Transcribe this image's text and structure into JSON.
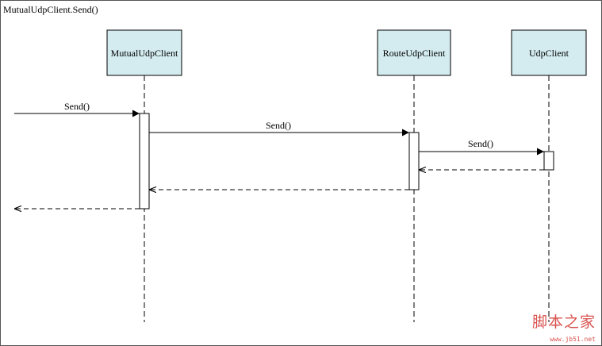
{
  "frame": {
    "title": "MutualUdpClient.Send()"
  },
  "participants": [
    {
      "name": "MutualUdpClient"
    },
    {
      "name": "RouteUdpClient"
    },
    {
      "name": "UdpClient"
    }
  ],
  "messages": [
    {
      "label": "Send()",
      "kind": "call",
      "from": "external",
      "to": "MutualUdpClient"
    },
    {
      "label": "Send()",
      "kind": "call",
      "from": "MutualUdpClient",
      "to": "RouteUdpClient"
    },
    {
      "label": "Send()",
      "kind": "call",
      "from": "RouteUdpClient",
      "to": "UdpClient"
    },
    {
      "label": "",
      "kind": "return",
      "from": "UdpClient",
      "to": "RouteUdpClient"
    },
    {
      "label": "",
      "kind": "return",
      "from": "RouteUdpClient",
      "to": "MutualUdpClient"
    },
    {
      "label": "",
      "kind": "return",
      "from": "MutualUdpClient",
      "to": "external"
    }
  ],
  "colors": {
    "box_fill": "#d4ecf0",
    "line": "#000000",
    "watermark": "#d9534f"
  },
  "watermark": {
    "text": "脚本之家",
    "sub": "www.jb51.net"
  }
}
